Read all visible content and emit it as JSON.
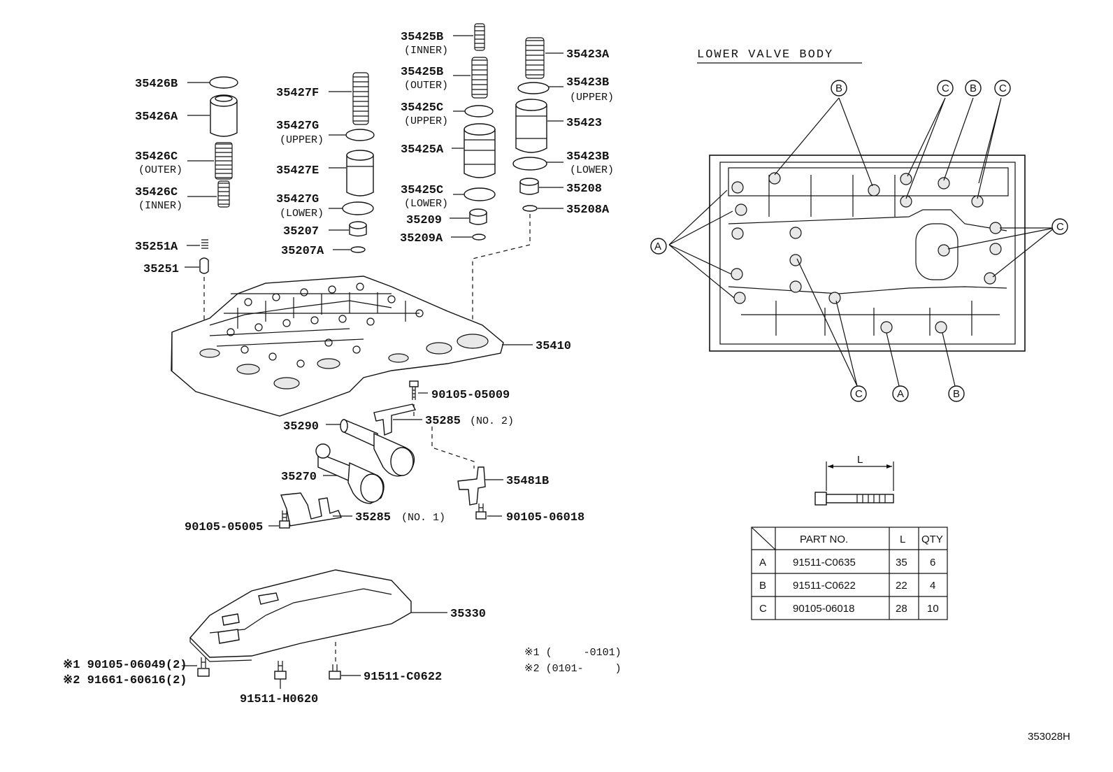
{
  "diagram_code": "353028H",
  "lower_valve_body_title": "LOWER VALVE BODY",
  "parts": {
    "p35426B": "35426B",
    "p35426A": "35426A",
    "p35426C_outer": "35426C",
    "p35426C_outer_sub": "(OUTER)",
    "p35426C_inner": "35426C",
    "p35426C_inner_sub": "(INNER)",
    "p35251A": "35251A",
    "p35251": "35251",
    "p35427F": "35427F",
    "p35427G_upper": "35427G",
    "p35427G_upper_sub": "(UPPER)",
    "p35427E": "35427E",
    "p35427G_lower": "35427G",
    "p35427G_lower_sub": "(LOWER)",
    "p35207": "35207",
    "p35207A": "35207A",
    "p35425B_inner": "35425B",
    "p35425B_inner_sub": "(INNER)",
    "p35425B_outer": "35425B",
    "p35425B_outer_sub": "(OUTER)",
    "p35425C_upper": "35425C",
    "p35425C_upper_sub": "(UPPER)",
    "p35425A": "35425A",
    "p35425C_lower": "35425C",
    "p35425C_lower_sub": "(LOWER)",
    "p35209": "35209",
    "p35209A": "35209A",
    "p35423A": "35423A",
    "p35423B_upper": "35423B",
    "p35423B_upper_sub": "(UPPER)",
    "p35423": "35423",
    "p35423B_lower": "35423B",
    "p35423B_lower_sub": "(LOWER)",
    "p35208": "35208",
    "p35208A": "35208A",
    "p35410": "35410",
    "p90105_05009": "90105-05009",
    "p35290": "35290",
    "p35285_no2": "35285",
    "p35285_no2_sub": "(NO. 2)",
    "p35270": "35270",
    "p35481B": "35481B",
    "p35285_no1": "35285",
    "p35285_no1_sub": "(NO. 1)",
    "p90105_05005": "90105-05005",
    "p90105_06018": "90105-06018",
    "p35330": "35330",
    "p91511_C0622": "91511-C0622",
    "p91511_H0620": "91511-H0620",
    "note1_bolt": "※1 90105-06049(2)",
    "note2_bolt": "※2 91661-60616(2)"
  },
  "notes": {
    "note1": "※1 (     -0101)",
    "note2": "※2 (0101-     )"
  },
  "callouts": {
    "A": "A",
    "B": "B",
    "C": "C"
  },
  "bolt_dimension_label": "L",
  "bolt_table": {
    "headers": [
      "PART NO.",
      "L",
      "QTY"
    ],
    "rows": [
      {
        "key": "A",
        "part_no": "91511-C0635",
        "length": "35",
        "qty": "6"
      },
      {
        "key": "B",
        "part_no": "91511-C0622",
        "length": "22",
        "qty": "4"
      },
      {
        "key": "C",
        "part_no": "90105-06018",
        "length": "28",
        "qty": "10"
      }
    ]
  }
}
